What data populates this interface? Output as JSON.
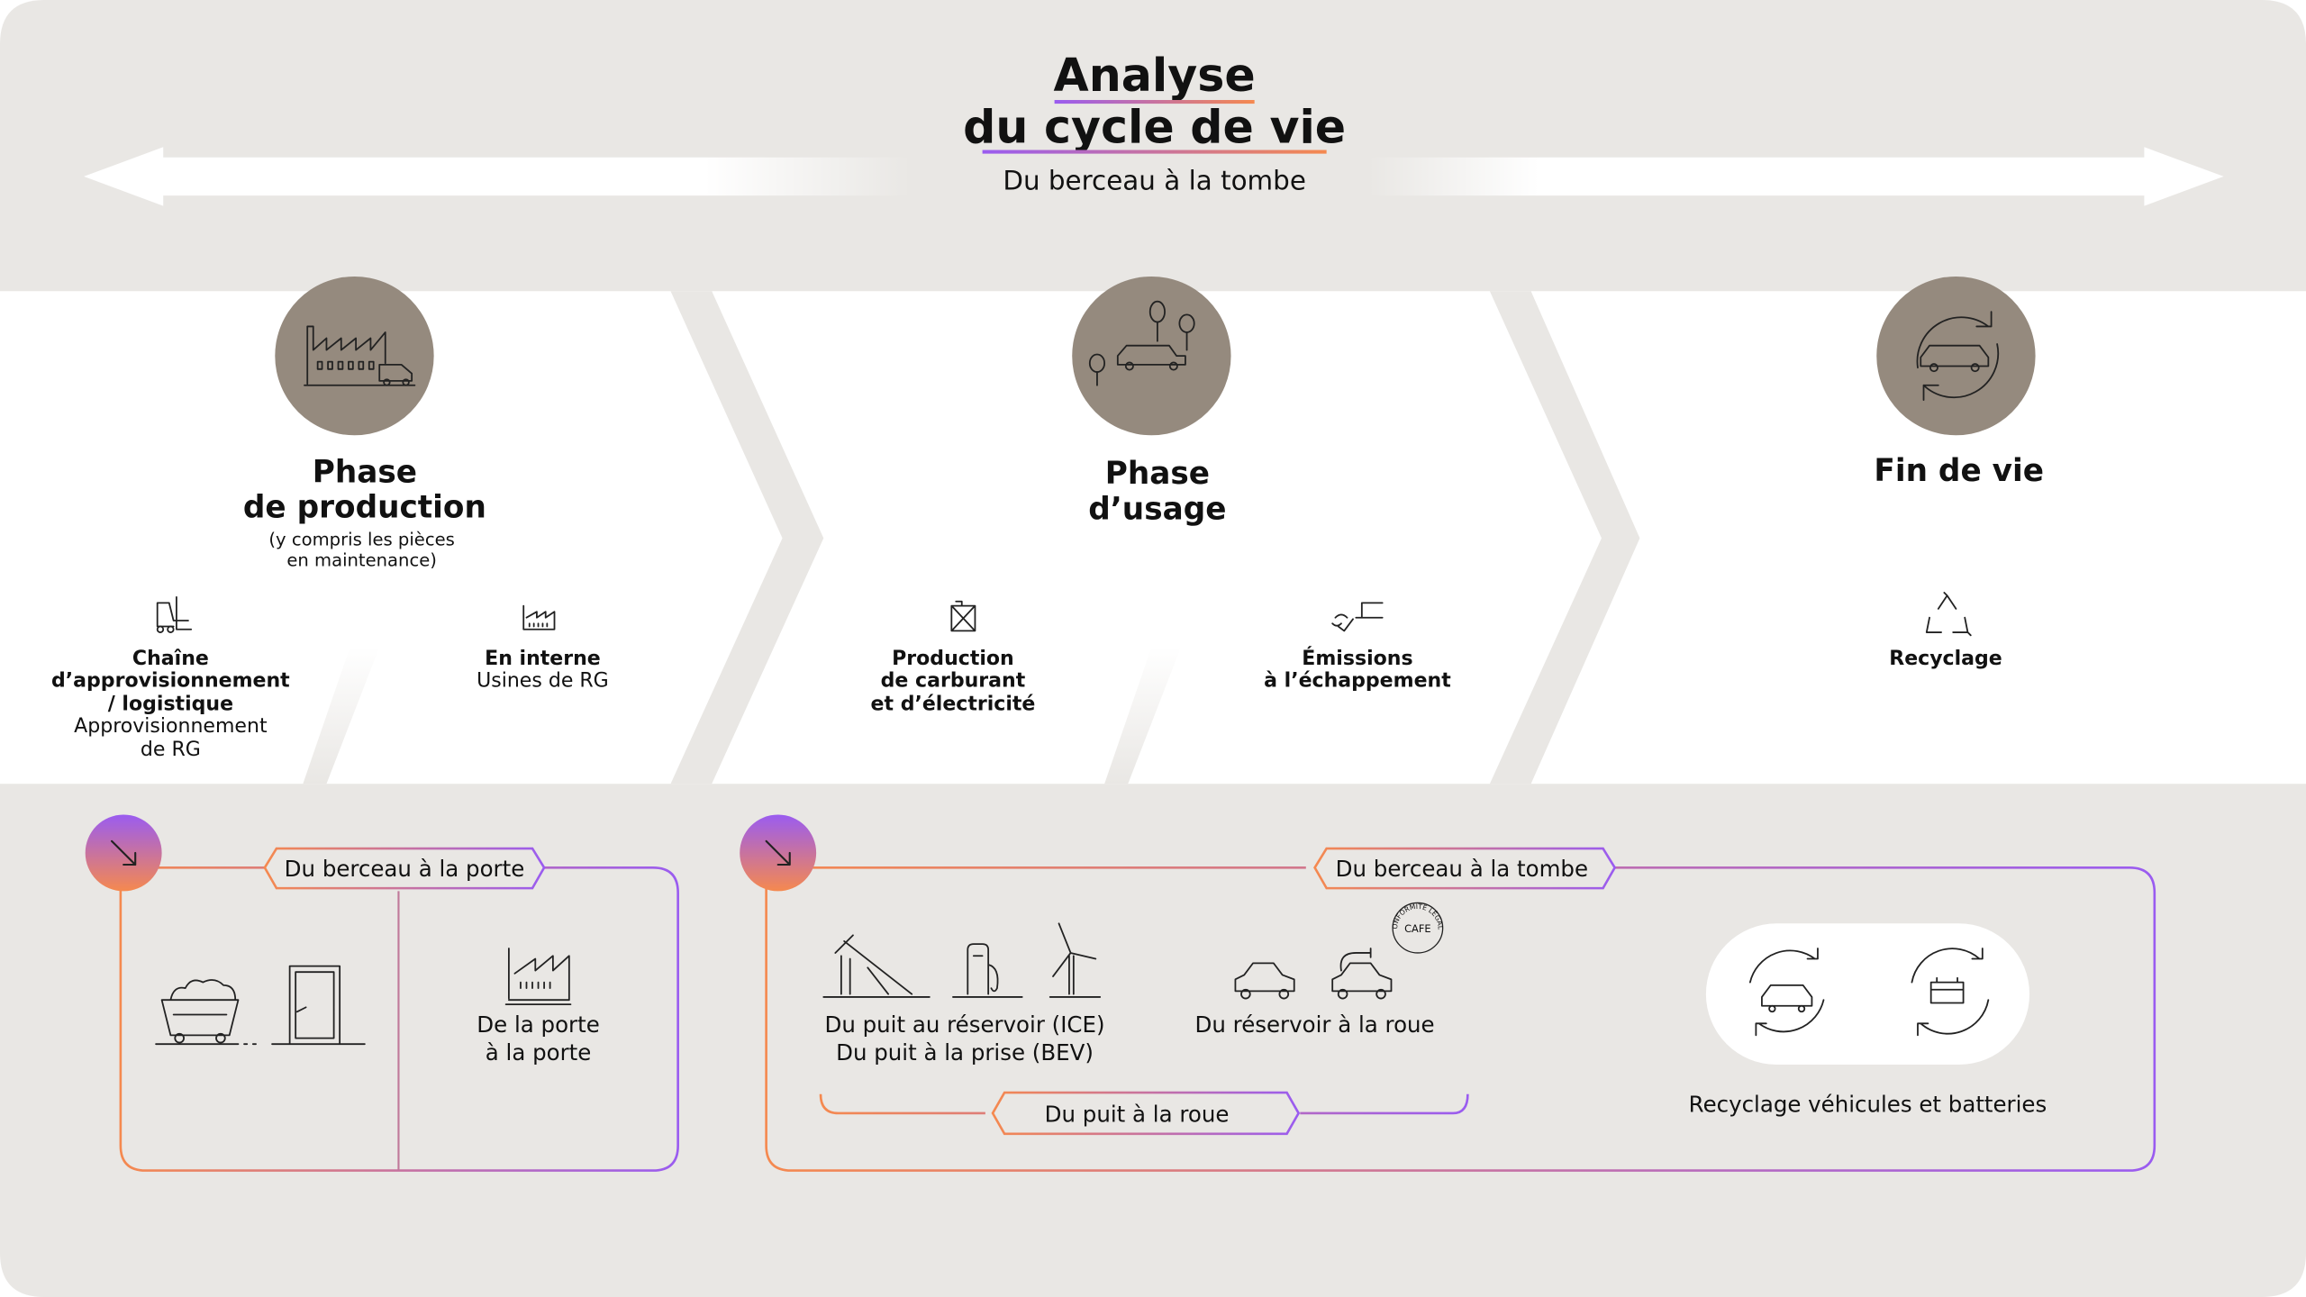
{
  "header": {
    "title_line1": "Analyse",
    "title_line2": "du cycle de vie",
    "subtitle": "Du berceau à la tombe"
  },
  "phases": [
    {
      "title_line1": "Phase",
      "title_line2": "de production",
      "note_line1": "(y compris les pièces",
      "note_line2": "en maintenance)",
      "icon": "factory-truck-icon"
    },
    {
      "title_line1": "Phase",
      "title_line2": "d’usage",
      "icon": "car-trees-icon"
    },
    {
      "title_line1": "Fin de vie",
      "icon": "car-recycle-icon"
    }
  ],
  "steps": [
    {
      "bold": [
        "Chaîne",
        "d’approvisionnement",
        "/ logistique"
      ],
      "regular": [
        "Approvisionnement",
        "de RG"
      ],
      "icon": "forklift-icon"
    },
    {
      "bold": [
        "En interne"
      ],
      "regular": [
        "Usines de RG"
      ],
      "icon": "factory-icon"
    },
    {
      "bold": [
        "Production",
        "de carburant",
        "et d’électricité"
      ],
      "icon": "fuel-can-icon"
    },
    {
      "bold": [
        "Émissions",
        "à l’échappement"
      ],
      "icon": "exhaust-icon"
    },
    {
      "bold": [
        "Recyclage"
      ],
      "icon": "recycle-icon"
    }
  ],
  "scopes": {
    "cradle_to_gate": {
      "label": "Du berceau à la porte",
      "gate_to_gate_line1": "De la porte",
      "gate_to_gate_line2": "à la porte"
    },
    "cradle_to_grave": {
      "label": "Du berceau à la tombe",
      "wtt_line1": "Du puit au réservoir (ICE)",
      "wtt_line2": "Du puit à la prise  (BEV)",
      "ttw": "Du réservoir à la roue",
      "wtw": "Du puit à la roue",
      "recycling": "Recyclage véhicules et batteries",
      "badge": "CAFE",
      "badge_ring": "CONFORMITÉ LÉGALE"
    }
  },
  "colors": {
    "panel": "#e9e7e4",
    "circle": "#958a7e",
    "gradient_orange": "#f5894f",
    "gradient_purple": "#9a5cf0"
  }
}
